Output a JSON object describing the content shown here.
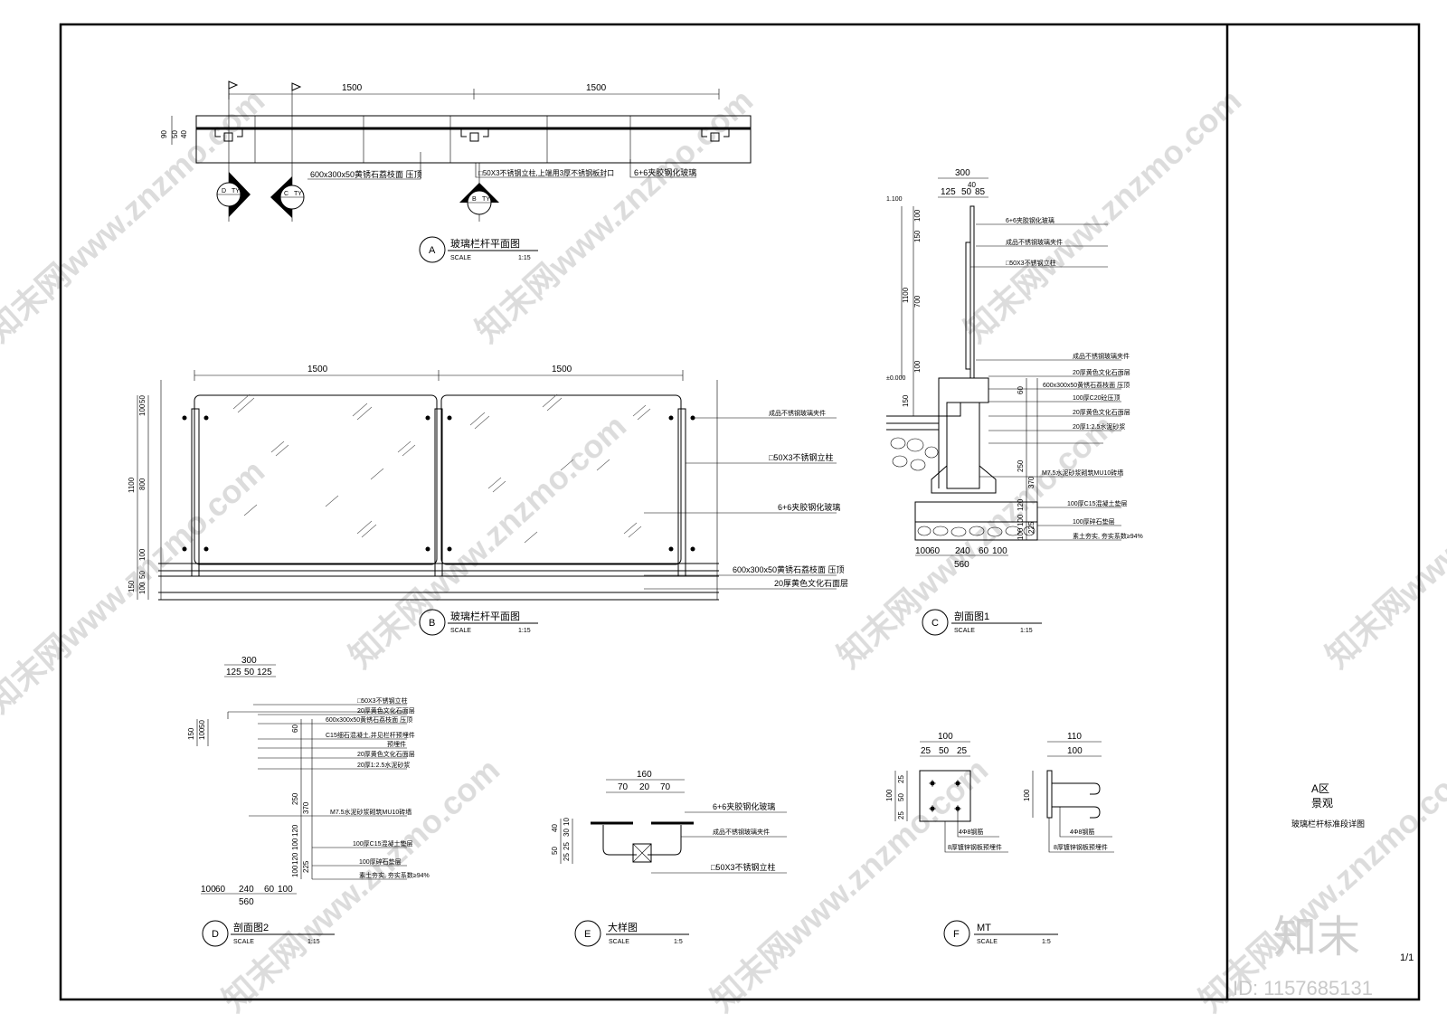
{
  "title_block": {
    "zone": "A区",
    "subtitle": "景观",
    "drawing_name": "玻璃栏杆标准段详图",
    "sheet": "1/1"
  },
  "watermark": {
    "logo_text": "知末",
    "id_text": "ID: 1157685131",
    "site_text": "知末网www.znzmo.com"
  },
  "view_a": {
    "letter": "A",
    "title": "玻璃栏杆平面图",
    "scale_label": "SCALE",
    "scale": "1:15",
    "dims": [
      "1500",
      "1500"
    ],
    "side_dims": [
      "90",
      "50",
      "40"
    ],
    "notes": [
      "600x300x50黄锈石荔枝面 压顶",
      "□50X3不锈钢立柱,上端用3厚不锈钢板封口",
      "6+6夹胶钢化玻璃"
    ],
    "markers": [
      {
        "letter": "D",
        "ref": "TY"
      },
      {
        "letter": "C",
        "ref": "TY"
      },
      {
        "letter": "B",
        "ref": "TY"
      }
    ]
  },
  "view_b": {
    "letter": "B",
    "title": "玻璃栏杆平面图",
    "scale_label": "SCALE",
    "scale": "1:15",
    "dims": [
      "1500",
      "1500"
    ],
    "side_dims": [
      "1100",
      "800",
      "100",
      "50",
      "100",
      "150",
      "100",
      "50"
    ],
    "notes": [
      "成品不锈钢玻璃夹件",
      "□50X3不锈钢立柱",
      "6+6夹胶钢化玻璃",
      "600x300x50黄锈石荔枝面 压顶",
      "20厚黄色文化石面层"
    ]
  },
  "view_c": {
    "letter": "C",
    "title": "剖面图1",
    "scale_label": "SCALE",
    "scale": "1:15",
    "top_dims": [
      "300",
      "125",
      "50",
      "85",
      "40"
    ],
    "left_dims": [
      "1100",
      "100",
      "150",
      "700",
      "100",
      "150"
    ],
    "bottom_dims": [
      "100",
      "60",
      "240",
      "60",
      "100",
      "560"
    ],
    "mid_dims": [
      "60",
      "250",
      "370",
      "100",
      "120",
      "100",
      "225"
    ],
    "levels": [
      "1.100",
      "±0.000"
    ],
    "notes": [
      "6+6夹胶钢化玻璃",
      "成品不锈钢玻璃夹件",
      "□50X3不锈钢立柱",
      "成品不锈钢玻璃夹件",
      "20厚黄色文化石面层",
      "600x300x50黄锈石荔枝面 压顶",
      "100厚C20砼压顶",
      "20厚黄色文化石面层",
      "20厚1:2.5水泥砂浆",
      "M7.5水泥砂浆砌筑MU10砖墙",
      "100厚C15混凝土垫层",
      "100厚碎石垫层",
      "素土夯实, 夯实系数≥94%"
    ]
  },
  "view_d": {
    "letter": "D",
    "title": "剖面图2",
    "scale_label": "SCALE",
    "scale": "1:15",
    "top_dims": [
      "300",
      "125",
      "50",
      "125"
    ],
    "left_dims": [
      "150",
      "100",
      "50"
    ],
    "bottom_dims": [
      "100",
      "60",
      "240",
      "60",
      "100",
      "560"
    ],
    "mid_dims": [
      "60",
      "250",
      "370",
      "120",
      "100",
      "120",
      "100",
      "225"
    ],
    "notes": [
      "□50X3不锈钢立柱",
      "20厚黄色文化石面层",
      "600x300x50黄锈石荔枝面 压顶",
      "C15细石混凝土,并见栏杆预埋件",
      "预埋件",
      "20厚黄色文化石面层",
      "20厚1:2.5水泥砂浆",
      "M7.5水泥砂浆砌筑MU10砖墙",
      "100厚C15混凝土垫层",
      "100厚碎石垫层",
      "素土夯实, 夯实系数≥94%"
    ]
  },
  "view_e": {
    "letter": "E",
    "title": "大样图",
    "scale_label": "SCALE",
    "scale": "1:5",
    "top_dims": [
      "160",
      "70",
      "20",
      "70"
    ],
    "left_dims": [
      "50",
      "40",
      "25",
      "25",
      "30",
      "10"
    ],
    "notes": [
      "6+6夹胶钢化玻璃",
      "成品不锈钢玻璃夹件",
      "□50X3不锈钢立柱"
    ]
  },
  "view_f": {
    "letter": "F",
    "title": "MT",
    "scale_label": "SCALE",
    "scale": "1:5",
    "plate_dims": [
      "100",
      "25",
      "50",
      "25"
    ],
    "plate_side_dims": [
      "100",
      "25",
      "50",
      "25"
    ],
    "side_dims": [
      "110",
      "100"
    ],
    "side_v_dim": "100",
    "notes": [
      "4Φ8钢筋",
      "8厚镀锌钢板预埋件",
      "4Φ8钢筋",
      "8厚镀锌钢板预埋件"
    ]
  }
}
